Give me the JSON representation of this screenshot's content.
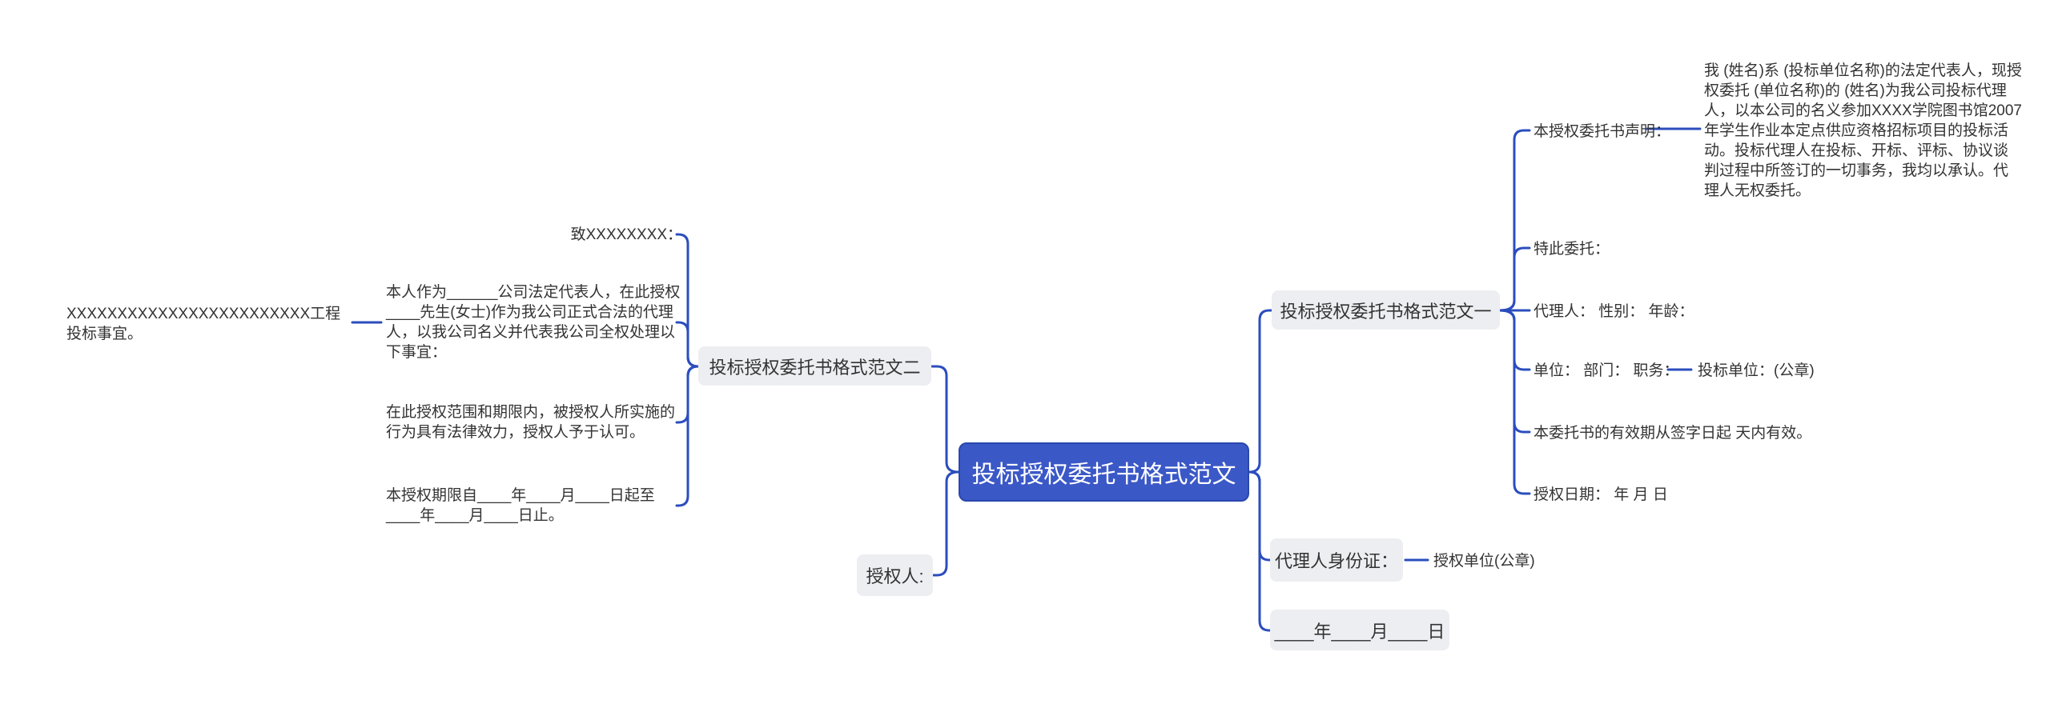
{
  "root": {
    "label": "投标授权委托书格式范文"
  },
  "left_branch": {
    "node": "投标授权委托书格式范文二",
    "addressee": "致XXXXXXXX：",
    "para_authorize": "本人作为______公司法定代表人，在此授权____先生(女士)作为我公司正式合法的代理人，以我公司名义并代表我公司全权处理以下事宜：",
    "matter": "XXXXXXXXXXXXXXXXXXXXXXXX工程投标事宜。",
    "para_validity": "在此授权范围和期限内，被授权人所实施的行为具有法律效力，授权人予于认可。",
    "para_term": "本授权期限自____年____月____日起至____年____月____日止。",
    "authorizer_node": "授权人:"
  },
  "right_branch": {
    "node": "投标授权委托书格式范文一",
    "statement_label": "本授权委托书声明：",
    "statement_text": "我 (姓名)系 (投标单位名称)的法定代表人，现授权委托 (单位名称)的 (姓名)为我公司投标代理人，以本公司的名义参加XXXX学院图书馆2007年学生作业本定点供应资格招标项目的投标活动。投标代理人在投标、开标、评标、协议谈判过程中所签订的一切事务，我均以承认。代理人无权委托。",
    "hereby": "特此委托：",
    "agent_row": "代理人： 性别： 年龄：",
    "unit_row": "单位： 部门： 职务：",
    "unit_child": "投标单位：(公章)",
    "validity_row": "本委托书的有效期从签字日起 天内有效。",
    "date_row": "授权日期： 年 月 日",
    "id_node": "代理人身份证：",
    "id_child": "授权单位(公章)",
    "date_node": "____年____月____日"
  },
  "colors": {
    "accent": "#3b58c7",
    "accent_border": "#2a47ae",
    "line": "#2b4dbe",
    "node_bg": "#edeef2",
    "text": "#333333"
  }
}
